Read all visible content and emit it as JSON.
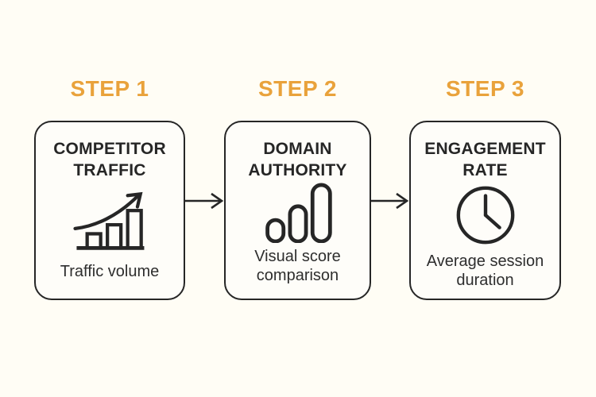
{
  "colors": {
    "background": "#FFFDF5",
    "card_background": "#FEFDF9",
    "accent_orange": "#E9A23B",
    "outline_dark": "#262626"
  },
  "steps": [
    {
      "label": "STEP 1",
      "title": "COMPETITOR TRAFFIC",
      "icon": "growth-bar-chart-icon",
      "caption": "Traffic volume"
    },
    {
      "label": "STEP 2",
      "title": "DOMAIN AUTHORITY",
      "icon": "signal-bars-icon",
      "caption": "Visual score comparison"
    },
    {
      "label": "STEP 3",
      "title": "ENGAGEMENT RATE",
      "icon": "clock-icon",
      "caption": "Average session duration"
    }
  ]
}
